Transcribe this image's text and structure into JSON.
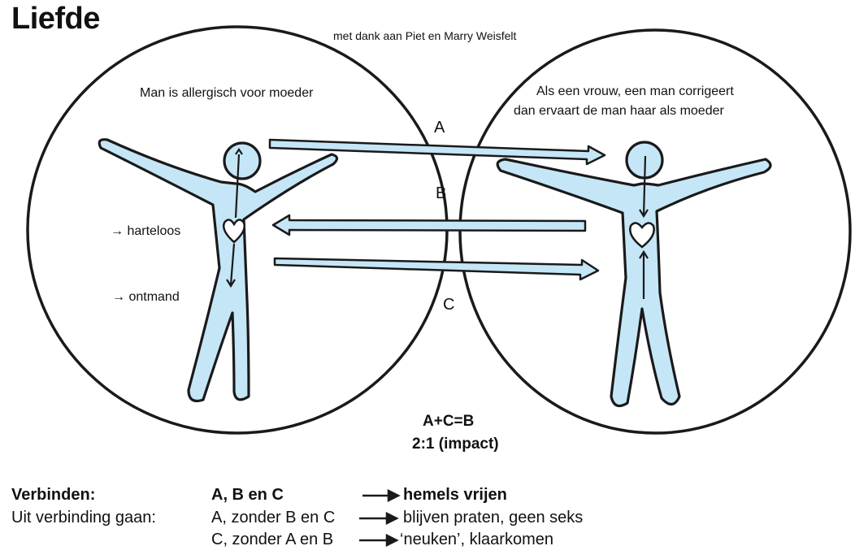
{
  "title": "Liefde",
  "credit": "met dank aan Piet en Marry Weisfelt",
  "left_caption": "Man is allergisch voor moeder",
  "right_caption": {
    "line1": "Als een vrouw, een man corrigeert",
    "line2": "dan ervaart de man haar als moeder"
  },
  "labels": {
    "a": "A",
    "b": "B",
    "c": "C"
  },
  "side_notes": [
    {
      "arrow": "→",
      "text": "harteloos"
    },
    {
      "arrow": "→",
      "text": "ontmand"
    }
  ],
  "formula": {
    "line1": "A+C=B",
    "line2": "2:1 (impact)"
  },
  "legend": {
    "rows": [
      {
        "heading": "Verbinden:",
        "condition": "A, B en C",
        "result": "hemels vrijen",
        "bold": true
      },
      {
        "heading": "Uit verbinding gaan:",
        "condition": "A, zonder B en C",
        "result": "blijven praten, geen seks",
        "bold": false
      },
      {
        "heading": "",
        "condition": "C, zonder A en B",
        "result": "‘neuken’, klaarkomen",
        "bold": false
      }
    ]
  },
  "colors": {
    "figure_fill": "#c5e6f7",
    "stroke": "#1a1a1a",
    "background": "#ffffff"
  }
}
